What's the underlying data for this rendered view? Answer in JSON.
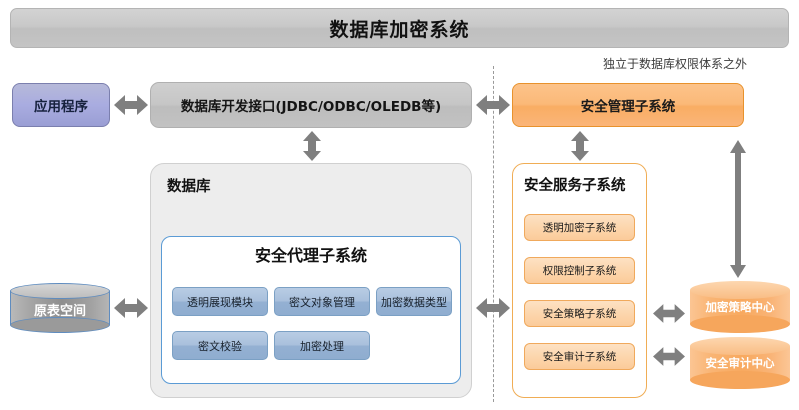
{
  "title": "数据库加密系统",
  "left": {
    "application": "应用程序",
    "interface": "数据库开发接口(JDBC/ODBC/OLEDB等)",
    "database_label": "数据库",
    "agent_subsystem_title": "安全代理子系统",
    "agent_modules": [
      "透明展现模块",
      "密文对象管理",
      "加密数据类型",
      "密文校验",
      "加密处理"
    ],
    "tablespace": "原表空间"
  },
  "right": {
    "note": "独立于数据库权限体系之外",
    "management_subsystem": "安全管理子系统",
    "service_subsystem_title": "安全服务子系统",
    "service_modules": [
      "透明加密子系统",
      "权限控制子系统",
      "安全策略子系统",
      "安全审计子系统"
    ],
    "centers": [
      "加密策略中心",
      "安全审计中心"
    ]
  },
  "colors": {
    "title_bar": "#c8c8c8",
    "application": "#a9ace0",
    "interface": "#c6c6c6",
    "database_panel": "#ededed",
    "agent_border": "#5b9bd5",
    "agent_chip": "#a9c0dc",
    "management": "#f9ad63",
    "service_border": "#f0ad55",
    "service_chip": "#fcd5ab",
    "cylinder_gray": "#8e8e8e",
    "cylinder_orange": "#f8a95f",
    "arrow": "#7f7f7f",
    "divider": "#9a9a9a"
  }
}
